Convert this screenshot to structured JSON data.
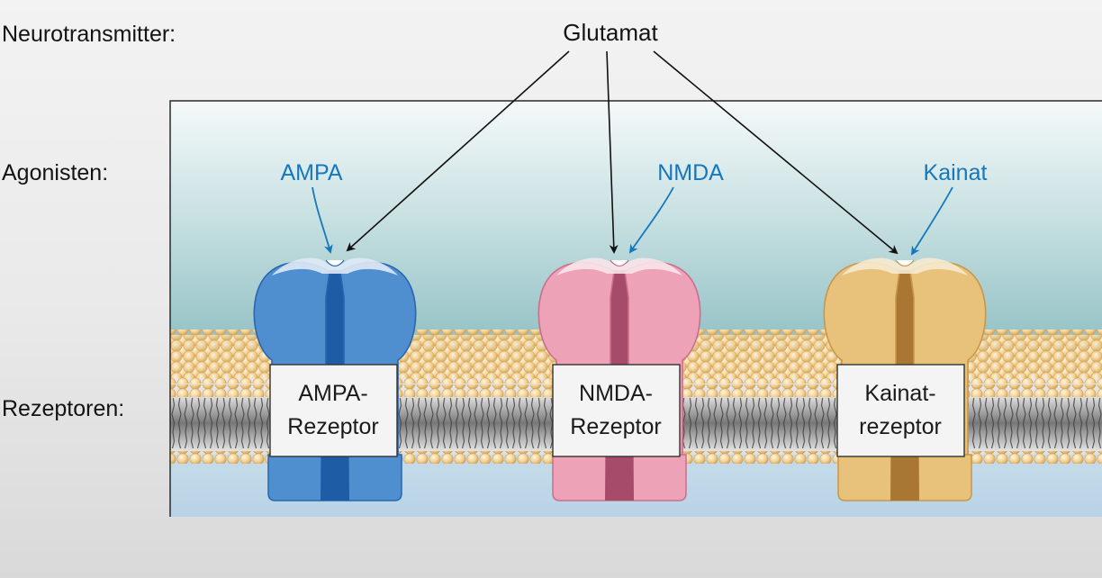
{
  "row_labels": {
    "neurotransmitter": "Neurotransmitter:",
    "agonists": "Agonisten:",
    "receptors": "Rezeptoren:"
  },
  "neurotransmitter": "Glutamat",
  "receptors": [
    {
      "agonist": "AMPA",
      "label_line1": "AMPA-",
      "label_line2": "Rezeptor",
      "color_main": "#4f8fd0",
      "color_dark": "#2a66ad",
      "color_channel": "#1f5ca6",
      "color_light": "#dfe9f5"
    },
    {
      "agonist": "NMDA",
      "label_line1": "NMDA-",
      "label_line2": "Rezeptor",
      "color_main": "#eea2b7",
      "color_dark": "#c8708b",
      "color_channel": "#a64b6a",
      "color_light": "#f8e4ea"
    },
    {
      "agonist": "Kainat",
      "label_line1": "Kainat-",
      "label_line2": "rezeptor",
      "color_main": "#e8c27a",
      "color_dark": "#c7974c",
      "color_channel": "#a97634",
      "color_light": "#f6ead0"
    }
  ]
}
